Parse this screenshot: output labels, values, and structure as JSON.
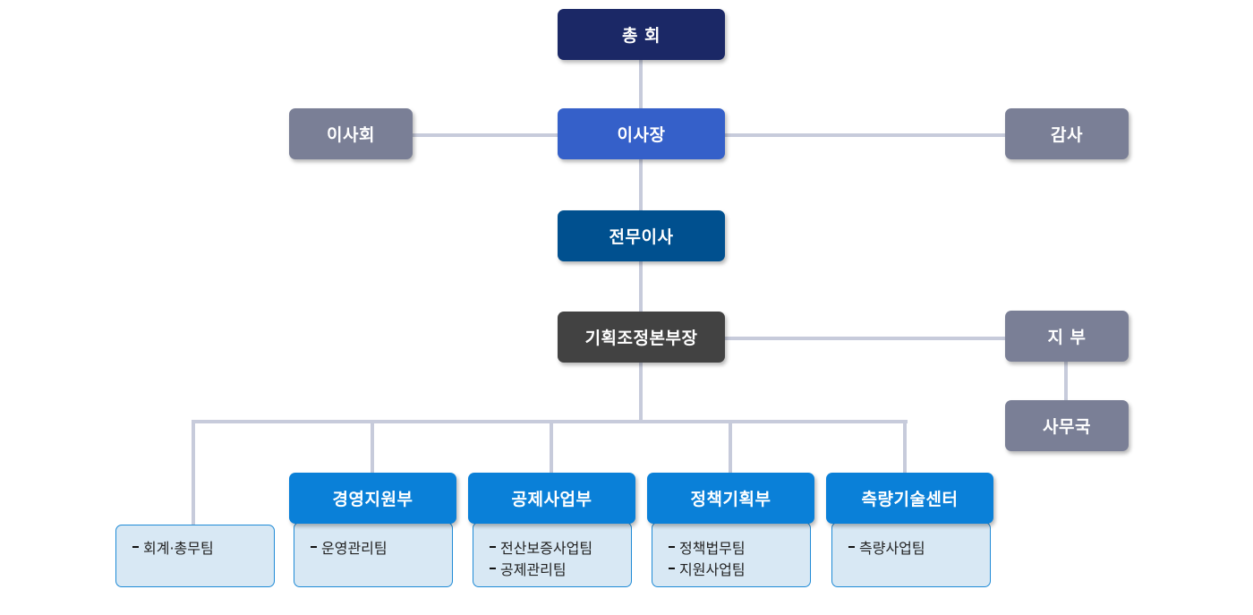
{
  "top": {
    "general_assembly": "총 회"
  },
  "row2": {
    "board": "이사회",
    "president": "이사장",
    "auditor": "감사"
  },
  "executive_director": "전무이사",
  "planning_head": "기획조정본부장",
  "branch": {
    "name": "지 부",
    "office": "사무국"
  },
  "departments": [
    {
      "name": "경영지원부",
      "teams": [
        "운영관리팀"
      ]
    },
    {
      "name": "공제사업부",
      "teams": [
        "전산보증사업팀",
        "공제관리팀"
      ]
    },
    {
      "name": "정책기획부",
      "teams": [
        "정책법무팀",
        "지원사업팀"
      ]
    },
    {
      "name": "측량기술센터",
      "teams": [
        "측량사업팀"
      ]
    }
  ],
  "standalone_team": {
    "teams": [
      "회계·총무팀"
    ]
  }
}
